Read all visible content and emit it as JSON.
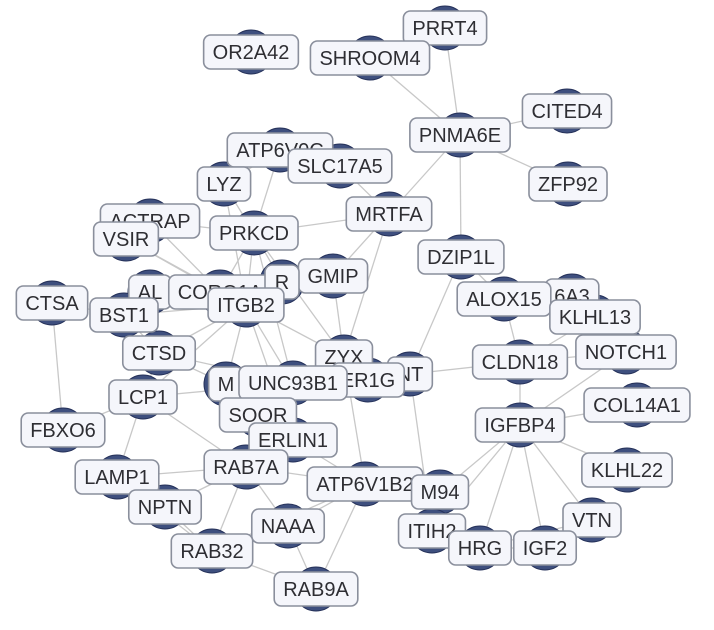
{
  "colors": {
    "background": "#ffffff",
    "edge": "#c8c8c8",
    "node_fill": "#f5f6fb",
    "node_border": "#8a8f9c",
    "dot": "#3e4f7e",
    "text": "#2e2e33"
  },
  "nodes": [
    {
      "id": "PRRT4",
      "label": "PRRT4"
    },
    {
      "id": "OR2A42",
      "label": "OR2A42"
    },
    {
      "id": "SHROOM4",
      "label": "SHROOM4"
    },
    {
      "id": "CITED4",
      "label": "CITED4"
    },
    {
      "id": "PNMA6E",
      "label": "PNMA6E"
    },
    {
      "id": "ATP6V0C",
      "label": "ATP6V0C"
    },
    {
      "id": "SLC17A5",
      "label": "SLC17A5"
    },
    {
      "id": "ZFP92",
      "label": "ZFP92"
    },
    {
      "id": "LYZ",
      "label": "LYZ"
    },
    {
      "id": "ACTRAP",
      "label": "ACTRAP"
    },
    {
      "id": "MRTFA",
      "label": "MRTFA"
    },
    {
      "id": "PRKCD",
      "label": "PRKCD"
    },
    {
      "id": "VSIR",
      "label": "VSIR"
    },
    {
      "id": "DZIP1L",
      "label": "DZIP1L"
    },
    {
      "id": "GMIP",
      "label": "GMIP"
    },
    {
      "id": "AL",
      "label": "AL"
    },
    {
      "id": "CORO1A",
      "label": "CORO1A"
    },
    {
      "id": "R",
      "label": "R"
    },
    {
      "id": "6A3",
      "label": "6A3"
    },
    {
      "id": "ALOX15",
      "label": "ALOX15"
    },
    {
      "id": "CTSA",
      "label": "CTSA"
    },
    {
      "id": "BST1",
      "label": "BST1"
    },
    {
      "id": "ITGB2",
      "label": "ITGB2"
    },
    {
      "id": "KLHL13",
      "label": "KLHL13"
    },
    {
      "id": "NOTCH1",
      "label": "NOTCH1"
    },
    {
      "id": "CTSD",
      "label": "CTSD"
    },
    {
      "id": "ZYX",
      "label": "ZYX"
    },
    {
      "id": "NT",
      "label": "NT"
    },
    {
      "id": "CLDN18",
      "label": "CLDN18"
    },
    {
      "id": "ER1G",
      "label": "ER1G"
    },
    {
      "id": "M",
      "label": "M"
    },
    {
      "id": "UNC93B1",
      "label": "UNC93B1"
    },
    {
      "id": "LCP1",
      "label": "LCP1"
    },
    {
      "id": "COL14A1",
      "label": "COL14A1"
    },
    {
      "id": "SOOR",
      "label": "SOOR"
    },
    {
      "id": "FBXO6",
      "label": "FBXO6"
    },
    {
      "id": "IGFBP4",
      "label": "IGFBP4"
    },
    {
      "id": "ERLIN1",
      "label": "ERLIN1"
    },
    {
      "id": "KLHL22",
      "label": "KLHL22"
    },
    {
      "id": "RAB7A",
      "label": "RAB7A"
    },
    {
      "id": "LAMP1",
      "label": "LAMP1"
    },
    {
      "id": "ATP6V1B2",
      "label": "ATP6V1B2"
    },
    {
      "id": "M94",
      "label": "M94"
    },
    {
      "id": "NPTN",
      "label": "NPTN"
    },
    {
      "id": "VTN",
      "label": "VTN"
    },
    {
      "id": "NAAA",
      "label": "NAAA"
    },
    {
      "id": "ITIH2",
      "label": "ITIH2"
    },
    {
      "id": "HRG",
      "label": "HRG"
    },
    {
      "id": "IGF2",
      "label": "IGF2"
    },
    {
      "id": "RAB32",
      "label": "RAB32"
    },
    {
      "id": "RAB9A",
      "label": "RAB9A"
    }
  ],
  "edges": [
    [
      "PRRT4",
      "SHROOM4"
    ],
    [
      "SHROOM4",
      "PNMA6E"
    ],
    [
      "PRRT4",
      "PNMA6E"
    ],
    [
      "PNMA6E",
      "CITED4"
    ],
    [
      "PNMA6E",
      "ZFP92"
    ],
    [
      "PNMA6E",
      "DZIP1L"
    ],
    [
      "PNMA6E",
      "MRTFA"
    ],
    [
      "DZIP1L",
      "ALOX15"
    ],
    [
      "DZIP1L",
      "NT"
    ],
    [
      "MRTFA",
      "GMIP"
    ],
    [
      "MRTFA",
      "ZYX"
    ],
    [
      "MRTFA",
      "PRKCD"
    ],
    [
      "MRTFA",
      "SLC17A5"
    ],
    [
      "SLC17A5",
      "ATP6V0C"
    ],
    [
      "ATP6V0C",
      "LYZ"
    ],
    [
      "ATP6V0C",
      "PRKCD"
    ],
    [
      "LYZ",
      "PRKCD"
    ],
    [
      "LYZ",
      "ITGB2"
    ],
    [
      "ACTRAP",
      "PRKCD"
    ],
    [
      "ACTRAP",
      "CORO1A"
    ],
    [
      "VSIR",
      "CORO1A"
    ],
    [
      "VSIR",
      "ITGB2"
    ],
    [
      "PRKCD",
      "ITGB2"
    ],
    [
      "PRKCD",
      "CORO1A"
    ],
    [
      "PRKCD",
      "R"
    ],
    [
      "PRKCD",
      "ZYX"
    ],
    [
      "PRKCD",
      "UNC93B1"
    ],
    [
      "GMIP",
      "ZYX"
    ],
    [
      "GMIP",
      "ITGB2"
    ],
    [
      "GMIP",
      "R"
    ],
    [
      "CORO1A",
      "ITGB2"
    ],
    [
      "CORO1A",
      "AL"
    ],
    [
      "AL",
      "BST1"
    ],
    [
      "AL",
      "ITGB2"
    ],
    [
      "CTSA",
      "BST1"
    ],
    [
      "CTSA",
      "FBXO6"
    ],
    [
      "BST1",
      "ITGB2"
    ],
    [
      "BST1",
      "CTSD"
    ],
    [
      "ITGB2",
      "CTSD"
    ],
    [
      "ITGB2",
      "UNC93B1"
    ],
    [
      "ITGB2",
      "LCP1"
    ],
    [
      "ITGB2",
      "ZYX"
    ],
    [
      "ITGB2",
      "M"
    ],
    [
      "ITGB2",
      "ERLIN1"
    ],
    [
      "CTSD",
      "LCP1"
    ],
    [
      "CTSD",
      "UNC93B1"
    ],
    [
      "CTSD",
      "M"
    ],
    [
      "LCP1",
      "FBXO6"
    ],
    [
      "LCP1",
      "LAMP1"
    ],
    [
      "LCP1",
      "UNC93B1"
    ],
    [
      "LCP1",
      "RAB7A"
    ],
    [
      "ZYX",
      "ER1G"
    ],
    [
      "ZYX",
      "UNC93B1"
    ],
    [
      "ZYX",
      "ATP6V1B2"
    ],
    [
      "ER1G",
      "NT"
    ],
    [
      "NT",
      "CLDN18"
    ],
    [
      "NT",
      "ITIH2"
    ],
    [
      "ALOX15",
      "6A3"
    ],
    [
      "ALOX15",
      "CLDN18"
    ],
    [
      "6A3",
      "KLHL13"
    ],
    [
      "KLHL13",
      "CLDN18"
    ],
    [
      "CLDN18",
      "NOTCH1"
    ],
    [
      "CLDN18",
      "IGFBP4"
    ],
    [
      "NOTCH1",
      "IGFBP4"
    ],
    [
      "COL14A1",
      "IGFBP4"
    ],
    [
      "IGFBP4",
      "KLHL22"
    ],
    [
      "IGFBP4",
      "VTN"
    ],
    [
      "IGFBP4",
      "IGF2"
    ],
    [
      "IGFBP4",
      "HRG"
    ],
    [
      "IGFBP4",
      "ITIH2"
    ],
    [
      "IGFBP4",
      "M94"
    ],
    [
      "HRG",
      "IGF2"
    ],
    [
      "HRG",
      "VTN"
    ],
    [
      "ITIH2",
      "HRG"
    ],
    [
      "IGF2",
      "VTN"
    ],
    [
      "UNC93B1",
      "SOOR"
    ],
    [
      "UNC93B1",
      "RAB7A"
    ],
    [
      "UNC93B1",
      "ERLIN1"
    ],
    [
      "M",
      "SOOR"
    ],
    [
      "SOOR",
      "ERLIN1"
    ],
    [
      "ERLIN1",
      "RAB7A"
    ],
    [
      "ERLIN1",
      "ATP6V1B2"
    ],
    [
      "RAB7A",
      "LAMP1"
    ],
    [
      "RAB7A",
      "NPTN"
    ],
    [
      "RAB7A",
      "RAB32"
    ],
    [
      "RAB7A",
      "NAAA"
    ],
    [
      "RAB7A",
      "ATP6V1B2"
    ],
    [
      "LAMP1",
      "NPTN"
    ],
    [
      "LAMP1",
      "RAB32"
    ],
    [
      "NPTN",
      "RAB32"
    ],
    [
      "ATP6V1B2",
      "NAAA"
    ],
    [
      "ATP6V1B2",
      "RAB9A"
    ],
    [
      "ATP6V1B2",
      "M94"
    ],
    [
      "ATP6V1B2",
      "RAB32"
    ],
    [
      "NAAA",
      "RAB32"
    ],
    [
      "NAAA",
      "RAB9A"
    ],
    [
      "RAB32",
      "RAB9A"
    ],
    [
      "M94",
      "ITIH2"
    ]
  ]
}
